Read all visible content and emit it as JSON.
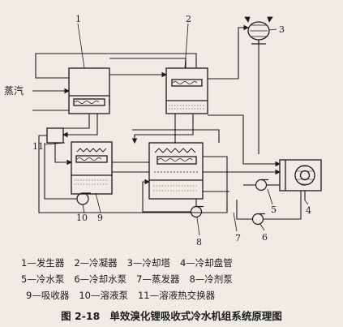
{
  "diagram": {
    "labels": {
      "n1": "1",
      "n2": "2",
      "n3": "3",
      "n4": "4",
      "n5": "5",
      "n6": "6",
      "n7": "7",
      "n8": "8",
      "n9": "9",
      "n10": "10",
      "n11": "11"
    },
    "steam_label": "蒸汽"
  },
  "legend": {
    "row1": [
      "1—发生器",
      "2—冷凝器",
      "3—冷却塔",
      "4—冷却盘管"
    ],
    "row2": [
      "5—冷水泵",
      "6—冷却水泵",
      "7—蒸发器",
      "8—冷剂泵"
    ],
    "row3": [
      "9—吸收器",
      "10—溶液泵",
      "11—溶液热交换器"
    ]
  },
  "caption": {
    "figure_number": "图 2-18",
    "title": "单效溴化锂吸收式冷水机组系统原理图"
  }
}
